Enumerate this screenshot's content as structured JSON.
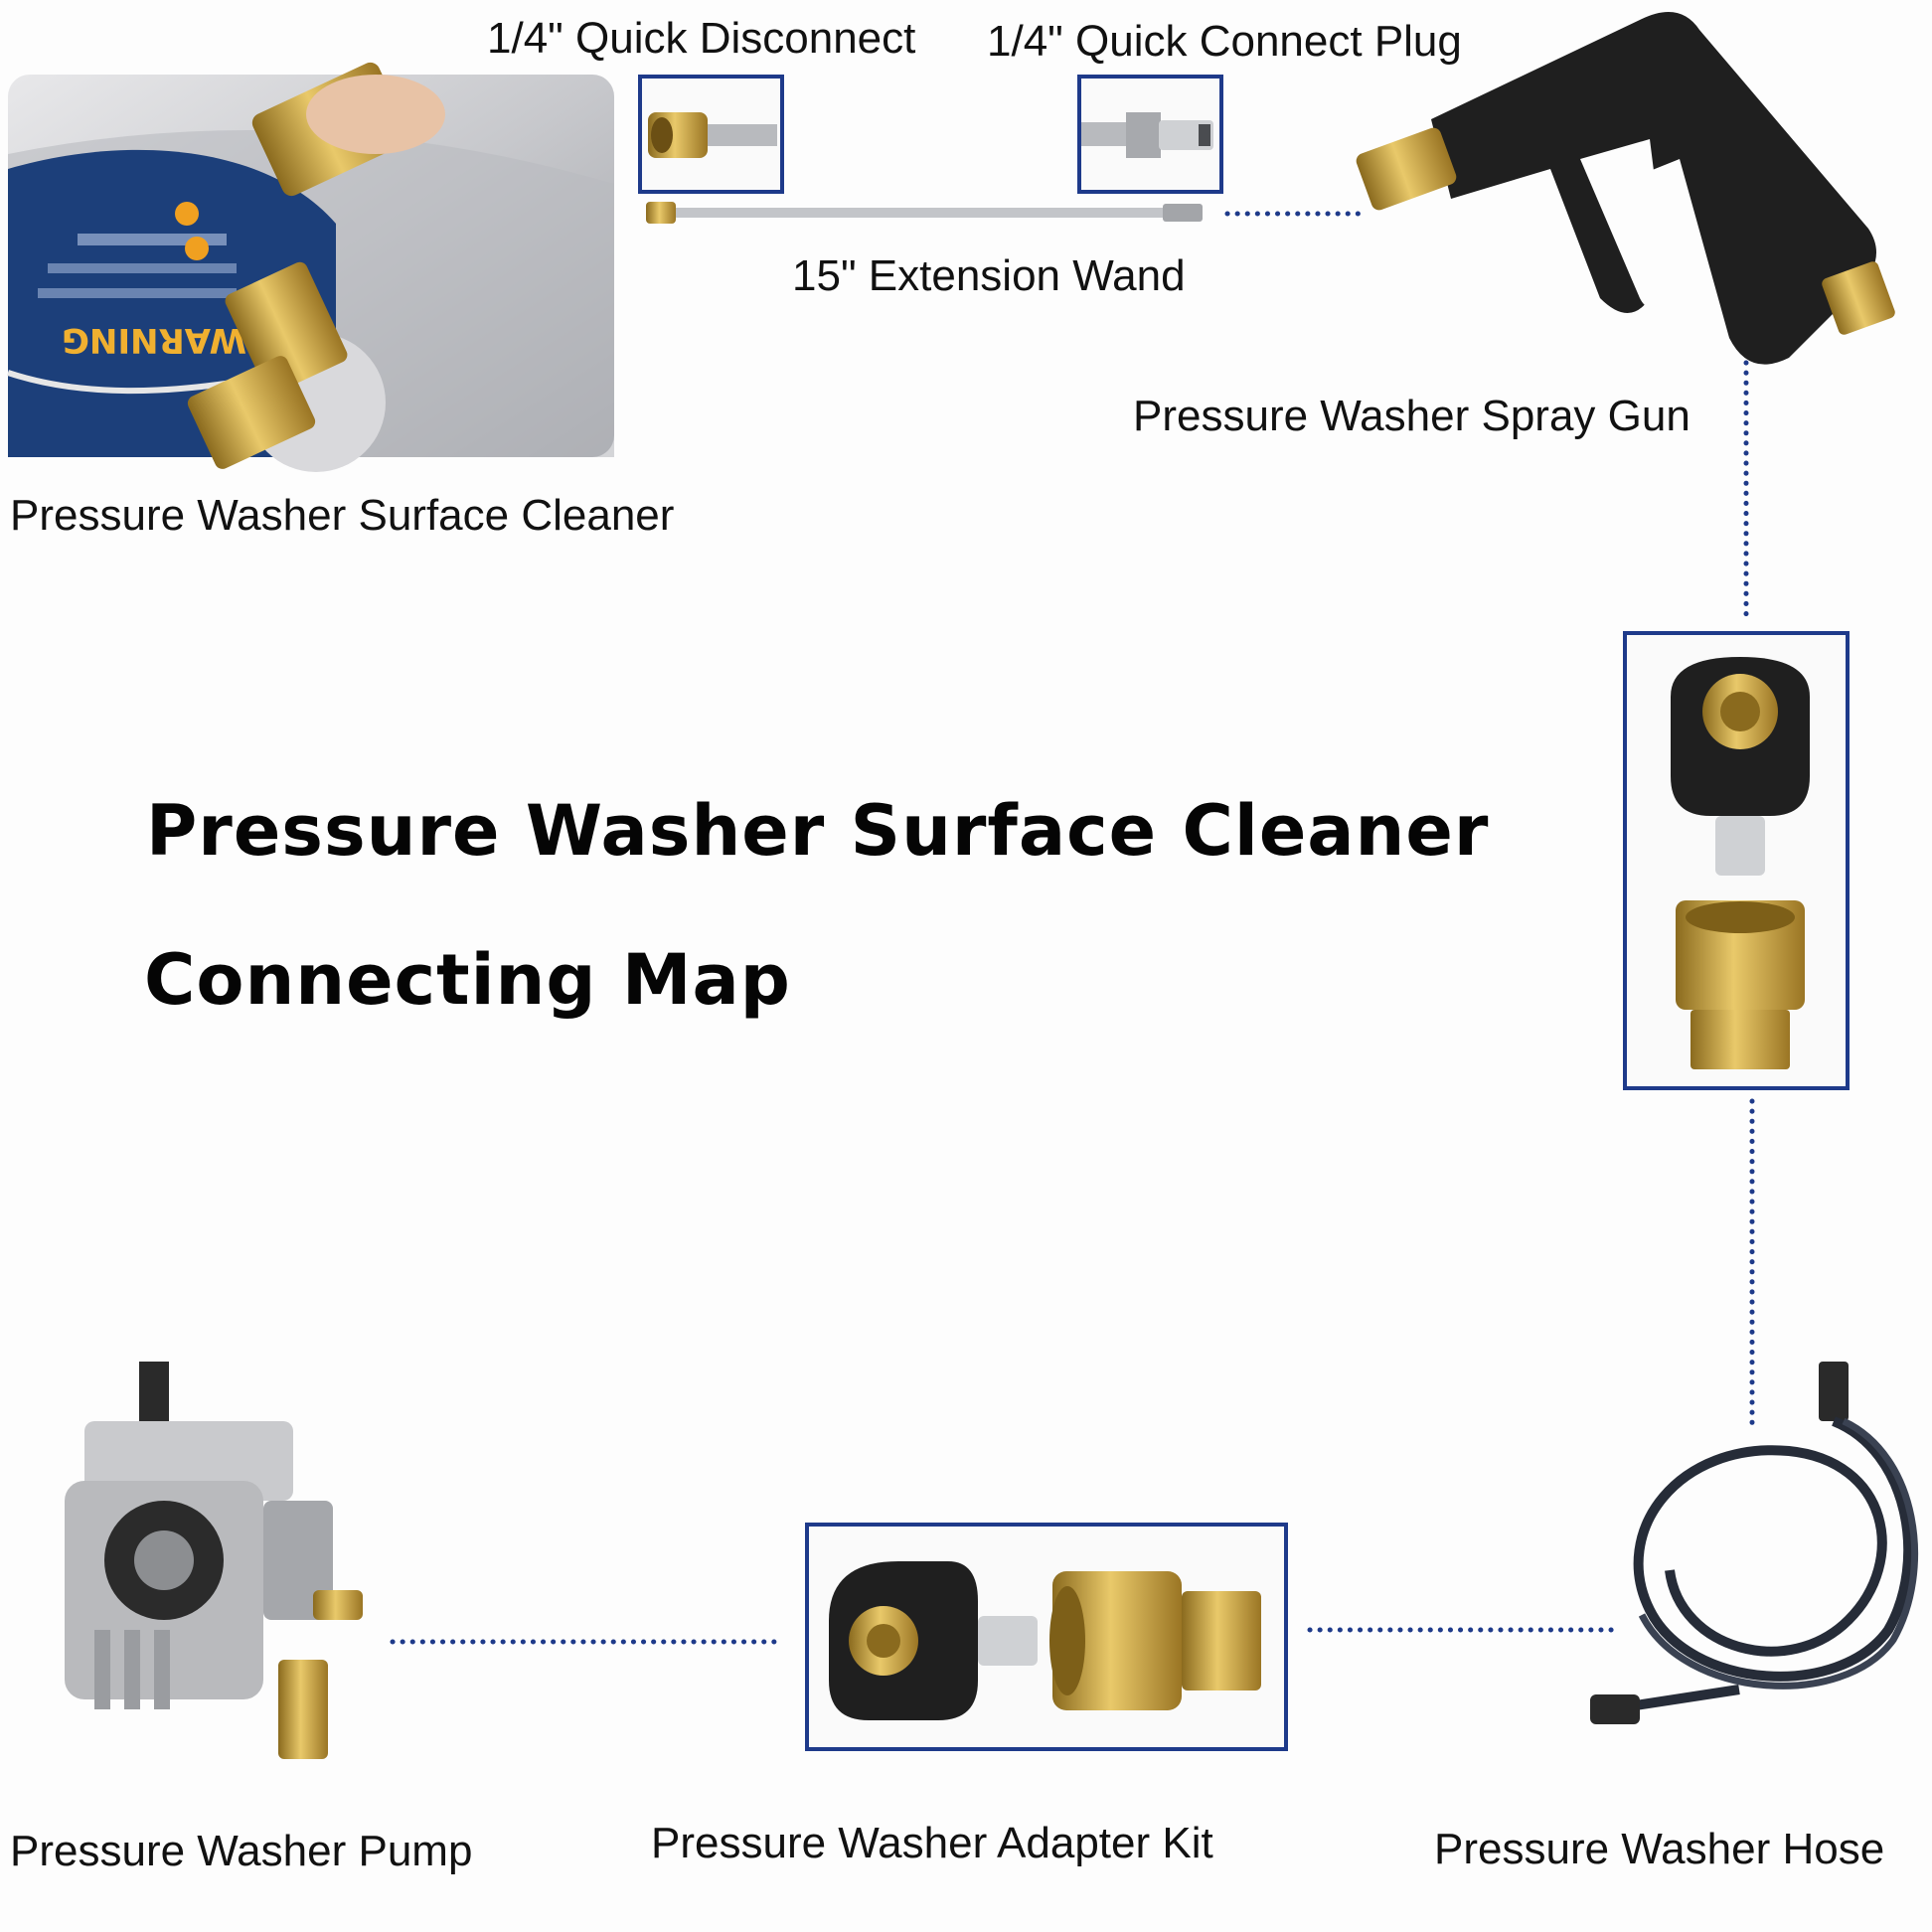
{
  "title": {
    "line1": "Pressure Washer Surface Cleaner",
    "line2": "Connecting Map"
  },
  "labels": {
    "quick_disconnect": "1/4\" Quick Disconnect",
    "quick_connect_plug": "1/4\" Quick Connect Plug",
    "extension_wand": "15\" Extension Wand",
    "spray_gun": "Pressure Washer Spray Gun",
    "surface_cleaner": "Pressure Washer Surface Cleaner",
    "pump": "Pressure Washer Pump",
    "adapter_kit": "Pressure Washer Adapter Kit",
    "hose": "Pressure Washer Hose"
  },
  "photo_text": {
    "warning": "WARNING"
  },
  "colors": {
    "box_border": "#1e3a8a",
    "connector_dots": "#1e3a8a",
    "brass": "#c9a548",
    "black_plastic": "#1f1f1f"
  },
  "icons": [
    "surface-cleaner-photo",
    "quick-disconnect-photo",
    "quick-connect-plug-photo",
    "extension-wand-photo",
    "spray-gun-photo",
    "adapter-pair-photo",
    "pump-photo",
    "adapter-kit-photo",
    "hose-photo"
  ]
}
